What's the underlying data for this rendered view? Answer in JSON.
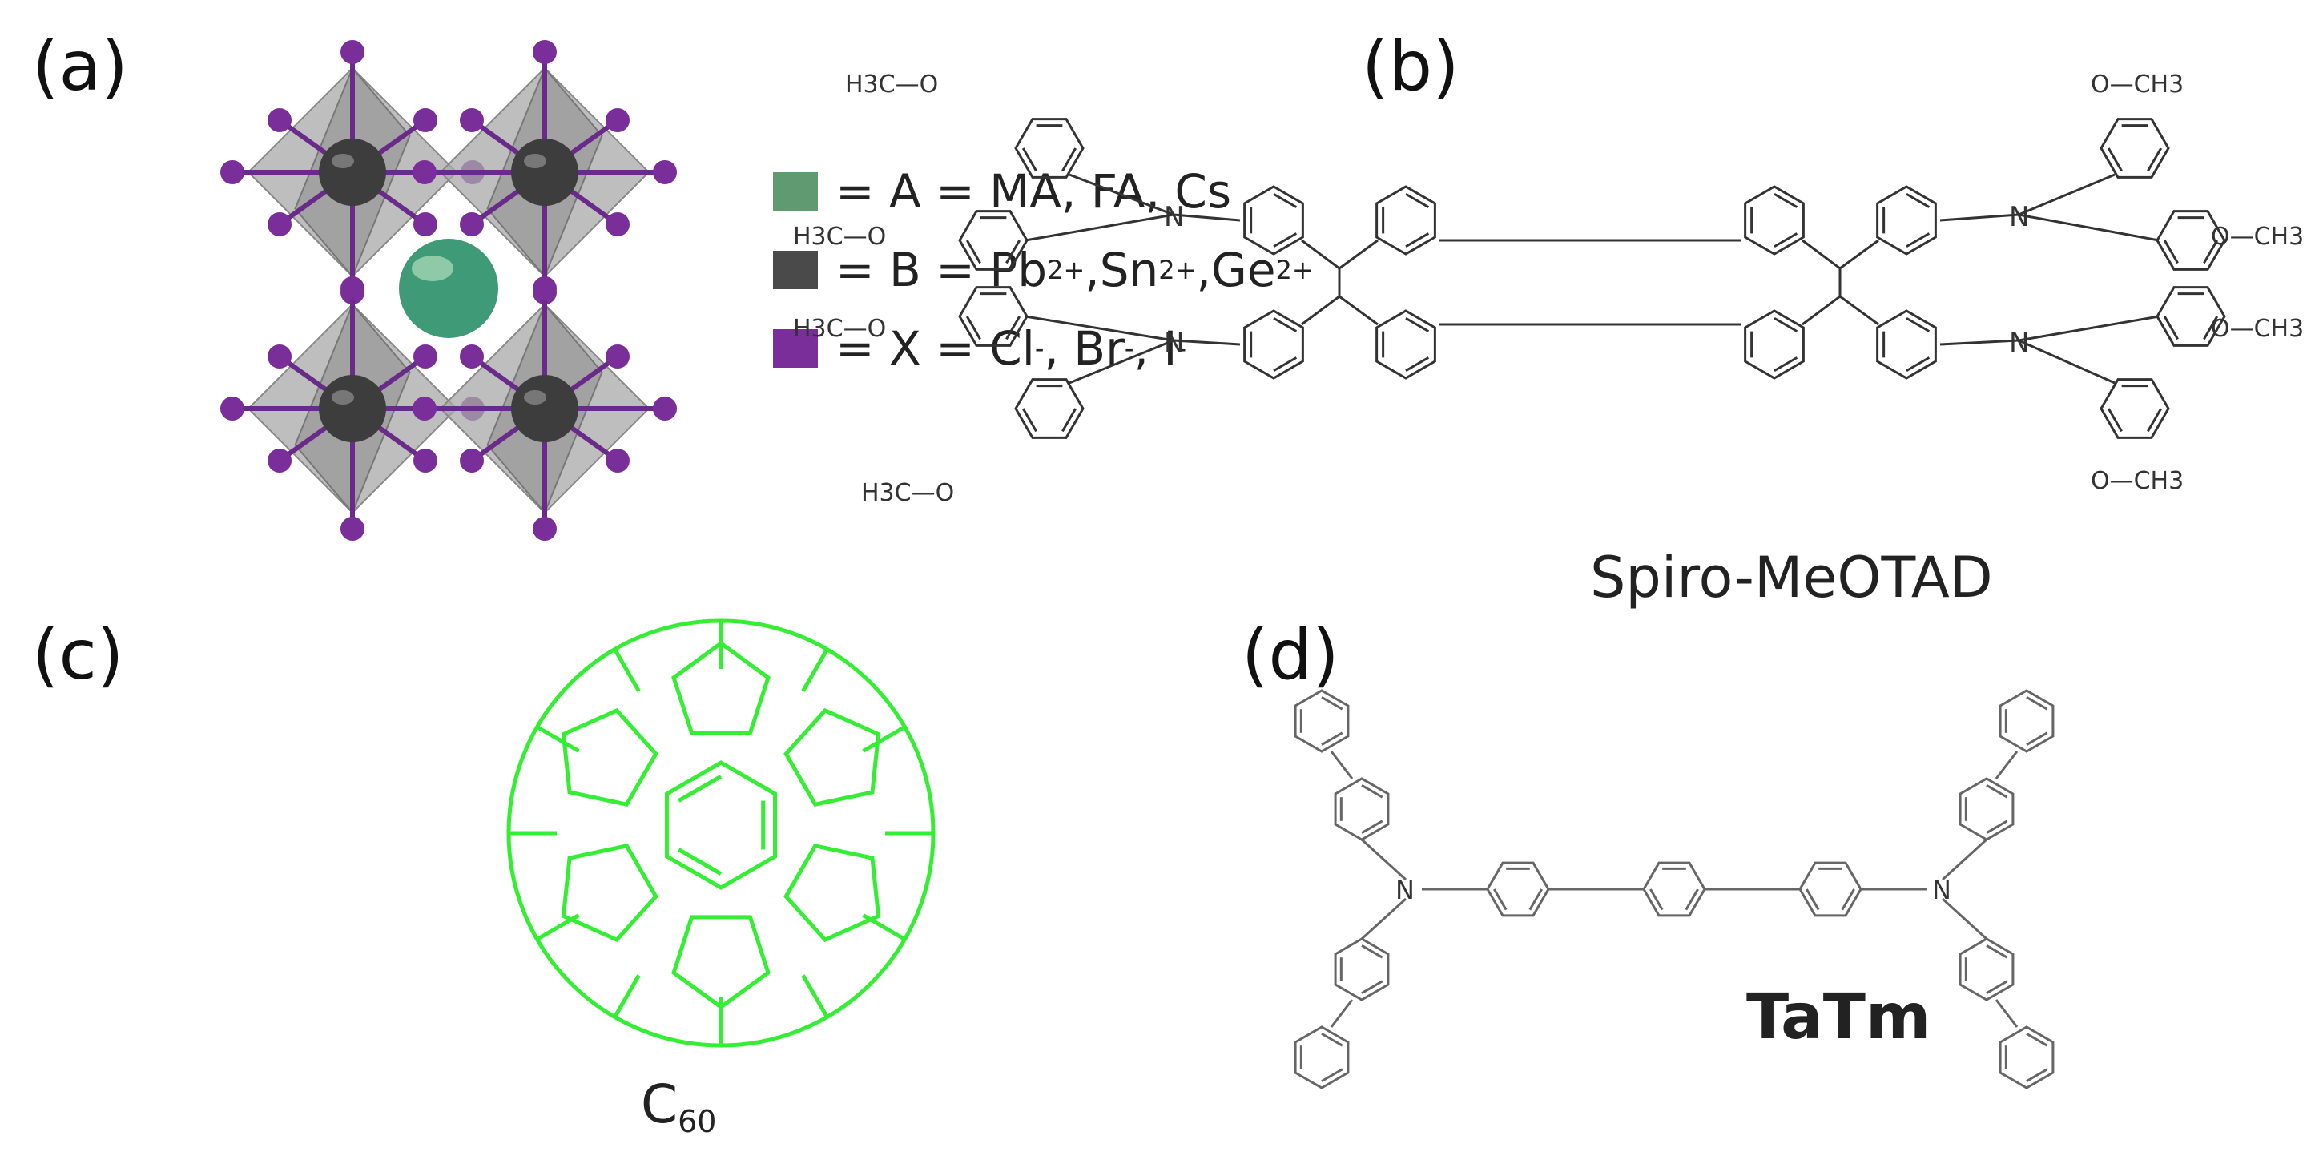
{
  "panels": {
    "a": {
      "label": "(a)"
    },
    "b": {
      "label": "(b)",
      "caption": "Spiro-MeOTAD",
      "groups": {
        "och3": "O—CH3",
        "h3co": "H3C—O",
        "n": "N"
      }
    },
    "c": {
      "label": "(c)",
      "caption_main": "C",
      "caption_sub": "60"
    },
    "d": {
      "label": "(d)",
      "caption": "TaTm",
      "n": "N"
    }
  },
  "legend": [
    {
      "color": "#5f9a70",
      "eq": "= A = MA, FA, Cs",
      "parts": []
    },
    {
      "color": "#4a4a4a",
      "eq": "= B = Pb",
      "parts": [
        [
          "2+",
          ",Sn"
        ],
        [
          "2+",
          ",Ge"
        ],
        [
          "2+",
          ""
        ]
      ]
    },
    {
      "color": "#7a2e9a",
      "eq": "= X = Cl",
      "parts": [
        [
          "-",
          ", Br"
        ],
        [
          "-",
          ", I"
        ],
        [
          "-",
          ""
        ]
      ]
    }
  ],
  "colors": {
    "c60": "#33ee33",
    "octahedron": "#9a9a9a",
    "b_atom": "#3d3d3d",
    "x_atom": "#7a2e9a",
    "a_atom": "#3f9a78",
    "bond": "#333333"
  }
}
